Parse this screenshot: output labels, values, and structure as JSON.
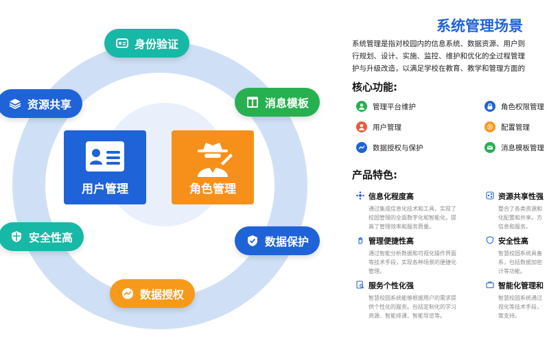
{
  "diagram": {
    "pills": {
      "identity": "身份验证",
      "template": "消息模板",
      "resource": "资源共享",
      "security": "安全性高",
      "protect": "数据保护",
      "auth": "数据授权"
    },
    "cards": {
      "user": "用户管理",
      "role": "角色管理"
    },
    "colors": {
      "teal": "#17b8a6",
      "green": "#27b04f",
      "blue": "#1f63d8",
      "orange": "#f79a1b"
    }
  },
  "panel": {
    "title": "系统管理场景",
    "intro": [
      "系统管理是指对校园内的信息系统、数据资源、用户则",
      "行规划、设计、实施、监控、维护和优化的全过程管理",
      "护与升级改造，以满足学校在教育、教学和管理方面的"
    ],
    "core_heading": "核心功能:",
    "functions": [
      {
        "label": "管理平台维护",
        "icon": "user-icon"
      },
      {
        "label": "角色权限管理",
        "icon": "lock-icon"
      },
      {
        "label": "用户管理",
        "icon": "user-icon"
      },
      {
        "label": "配置管理",
        "icon": "gear-icon"
      },
      {
        "label": "数据授权与保护",
        "icon": "chart-icon"
      },
      {
        "label": "消息模板管理",
        "icon": "mail-icon"
      }
    ],
    "features_heading": "产品特色:",
    "features": [
      {
        "title": "信息化程度高",
        "desc": [
          "通过集成信息化技术和工具，实现了",
          "校园管理的全面数字化和智能化，提",
          "高了管理效率和服务质量。"
        ]
      },
      {
        "title": "资源共享性强",
        "desc": [
          "整合了各类资源和",
          "化配置和共享。方",
          "信息和服务。"
        ]
      },
      {
        "title": "管理便捷性高",
        "desc": [
          "通过智能分析数据和可视化操作界面",
          "等技术手段，实现各种场景的便捷化",
          "管理。"
        ]
      },
      {
        "title": "安全性高",
        "desc": [
          "智慧校园系统具备",
          "系，包括数据加密",
          "计等功能。"
        ]
      },
      {
        "title": "服务个性化强",
        "desc": [
          "智慧校园系统能够根据用户的需求提",
          "供个性化的服务。包括定制化的学习",
          "资源、智能排课、智能导览等。"
        ]
      },
      {
        "title": "智能化管理和",
        "desc": [
          "智慧校园系统通过",
          "视化等技术手段，",
          "策支持。"
        ]
      }
    ]
  }
}
